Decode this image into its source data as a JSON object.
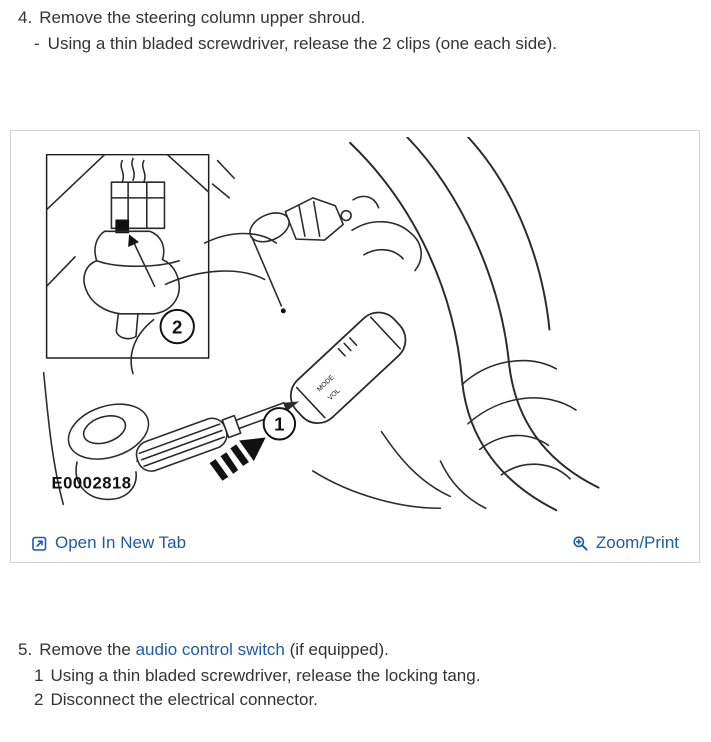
{
  "colors": {
    "link": "#1e5ba8",
    "text": "#333333",
    "figure_border": "#d2d2d2",
    "ink": "#2a2a2a"
  },
  "step4": {
    "number": "4.",
    "text": "Remove the steering column upper shroud.",
    "bullet": "-",
    "bullet_text": "Using a thin bladed screwdriver, release the 2 clips (one each side)."
  },
  "figure": {
    "code": "E0002818",
    "callout_1": "1",
    "callout_2": "2",
    "stalk_text_1": "MODE",
    "stalk_text_2": "VOL",
    "toolbar": {
      "open_in_new_tab": "Open In New Tab",
      "zoom_print": "Zoom/Print"
    }
  },
  "step5": {
    "number": "5.",
    "text_before_link": "Remove the",
    "link": "audio control switch",
    "text_after_link": "(if equipped).",
    "substeps": [
      {
        "number": "1",
        "text": "Using a thin bladed screwdriver, release the locking tang."
      },
      {
        "number": "2",
        "text": "Disconnect the electrical connector."
      }
    ]
  }
}
